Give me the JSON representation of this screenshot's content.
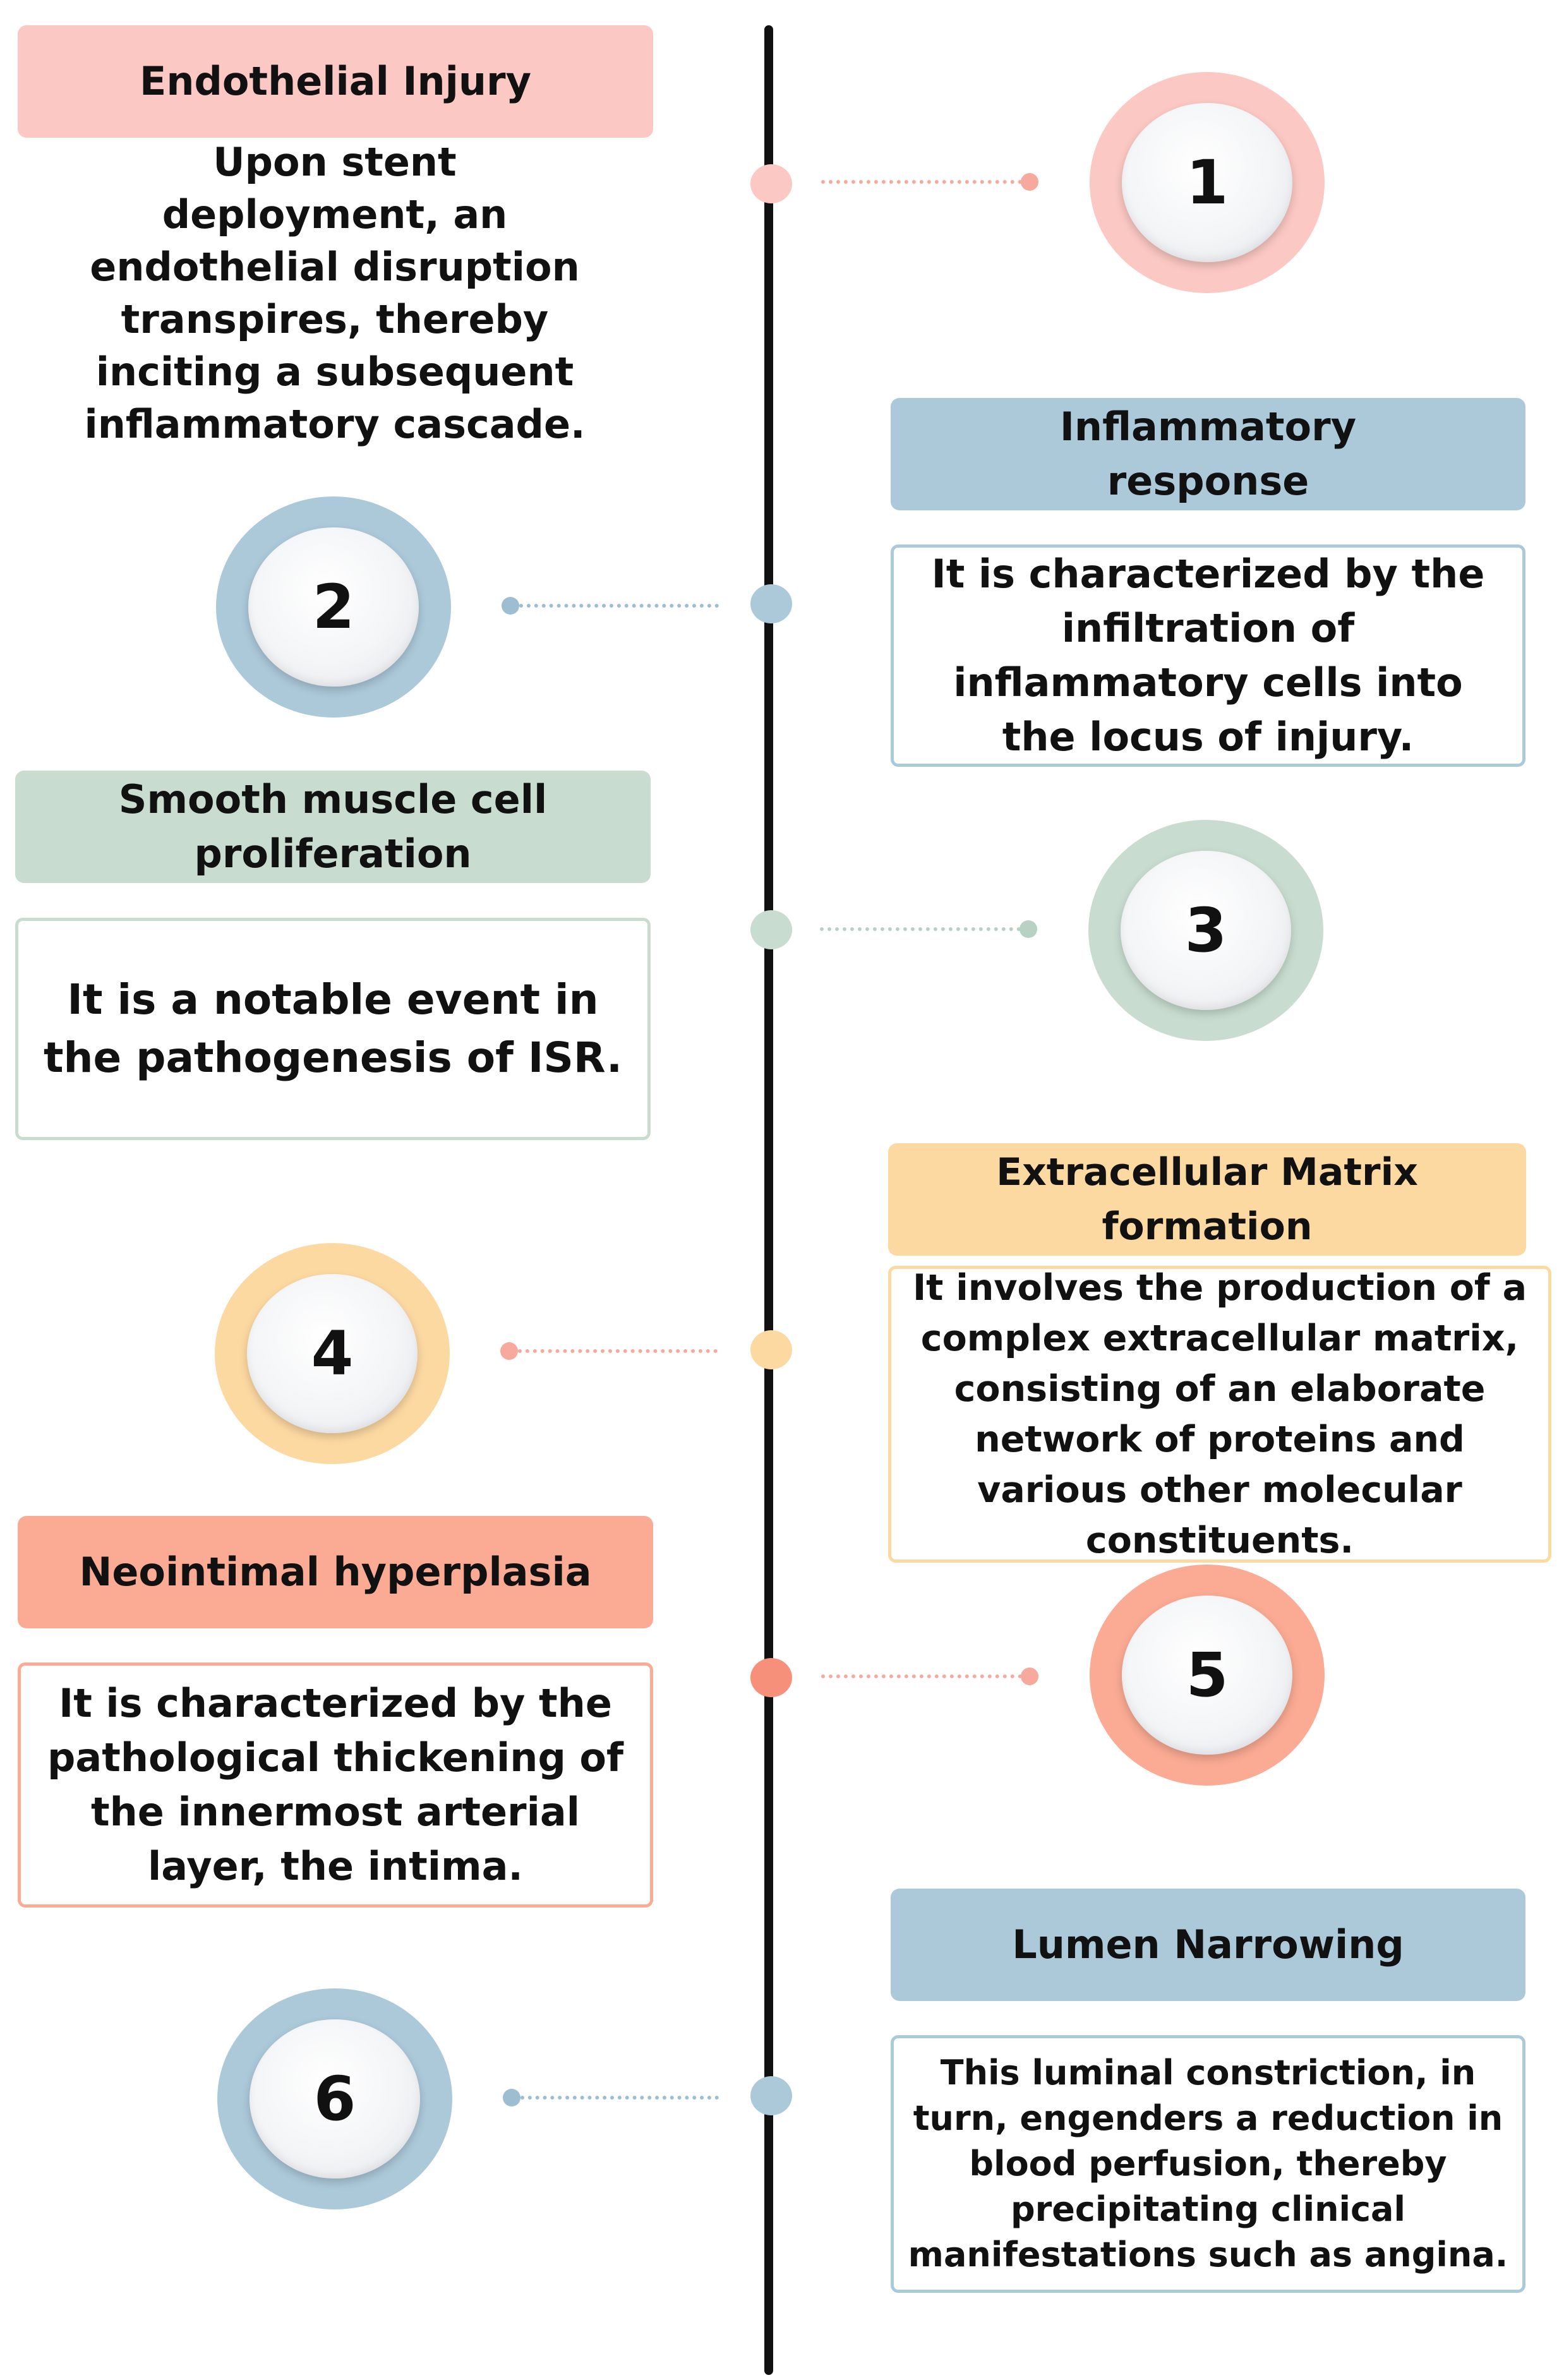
{
  "colors": {
    "pink": "#fcc8c3",
    "blue": "#acc9da",
    "green": "#c8ddd0",
    "orange": "#fdd9a2",
    "salmon": "#fbab93",
    "line": "#111111"
  },
  "steps": [
    {
      "number": "1",
      "title": "Endothelial Injury",
      "description": "Upon stent deployment, an endothelial disruption transpires, thereby inciting a subsequent inflammatory cascade."
    },
    {
      "number": "2",
      "title": "Inflammatory response",
      "description": "It is characterized by the infiltration of inflammatory cells into the locus of injury."
    },
    {
      "number": "3",
      "title": "Smooth muscle cell proliferation",
      "description": "It is a notable event in the pathogenesis of ISR."
    },
    {
      "number": "4",
      "title": "Extracellular Matrix formation",
      "description": "It involves the production of a complex extracellular matrix, consisting of an elaborate network of proteins and various other molecular constituents."
    },
    {
      "number": "5",
      "title": "Neointimal hyperplasia",
      "description": "It is characterized by the pathological thickening of the innermost arterial layer, the intima."
    },
    {
      "number": "6",
      "title": "Lumen Narrowing",
      "description": "This luminal constriction, in turn, engenders a reduction in blood perfusion, thereby precipitating clinical manifestations such as angina."
    }
  ]
}
